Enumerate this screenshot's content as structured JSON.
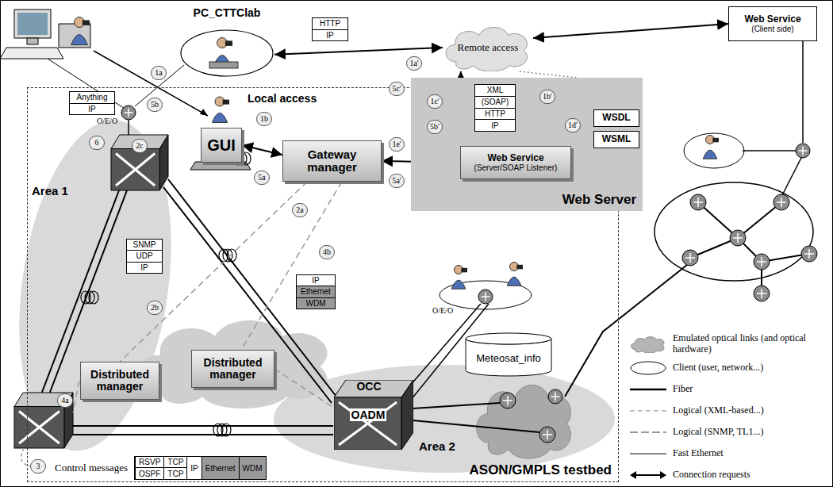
{
  "diagram": {
    "nodes": [
      {
        "text": [
          "ASON/GMPLS testbed"
        ]
      },
      {
        "text": [
          "PC_CTTClab"
        ]
      },
      {
        "text": [
          "HTTP",
          "IP"
        ]
      },
      {
        "text": [
          "Remote access"
        ]
      },
      {
        "text": [
          "Web Service",
          "(Client side)"
        ]
      },
      {
        "text": [
          "Anything",
          "IP"
        ],
        "in": 0
      },
      {
        "text": [
          "GUI"
        ],
        "in": 0
      },
      {
        "text": [
          "Gateway manager"
        ],
        "in": 0
      },
      {
        "text": [
          "Web Server"
        ]
      },
      {
        "text": [
          "XML",
          "(SOAP)",
          "HTTP",
          "IP"
        ],
        "in": 8
      },
      {
        "text": [
          "Web Service",
          "(Server/SOAP Listener)"
        ],
        "in": 8
      },
      {
        "text": [
          "WSDL"
        ],
        "in": 8
      },
      {
        "text": [
          "WSML"
        ],
        "in": 8
      },
      {
        "text": [
          "SNMP",
          "UDP",
          "IP"
        ],
        "in": 0
      },
      {
        "text": [
          "IP",
          "Ethernet",
          "WDM"
        ],
        "in": 0
      },
      {
        "text": [
          "Distributed manager"
        ],
        "in": 0
      },
      {
        "text": [
          "Distributed manager"
        ],
        "in": 0
      },
      {
        "text": [
          "OCC",
          "OADM"
        ],
        "in": 0
      },
      {
        "text": [
          "Meteosat_info"
        ],
        "in": 0
      },
      {
        "text": [
          "Control messages",
          "RSVP",
          "OSPF",
          "TCP",
          "TCP",
          "IP",
          "Ethernet",
          "WDM"
        ],
        "in": 0
      }
    ],
    "edges": [
      {
        "from": 1,
        "to": 3,
        "arrow": "both"
      },
      {
        "from": 3,
        "to": 4,
        "arrow": "both"
      },
      {
        "from": 3,
        "to": 10,
        "arrow": "both"
      },
      {
        "from": 6,
        "to": 7,
        "arrow": "both"
      },
      {
        "from": 7,
        "to": 10,
        "arrow": "both"
      },
      {
        "from": 3,
        "to": 8,
        "arrow": "none"
      },
      {
        "from": 7,
        "to": 15,
        "arrow": "none"
      },
      {
        "from": 7,
        "to": 16,
        "arrow": "none"
      },
      {
        "from": 16,
        "to": 17,
        "arrow": "none"
      }
    ],
    "labels": [
      "Local access",
      "Area 1",
      "Area 2",
      "O/E/O",
      "O/E/O",
      "1a",
      "5b",
      "1a'",
      "5c'",
      "1c'",
      "5b'",
      "1b'",
      "1d'",
      "1b",
      "5a",
      "1e'",
      "5a'",
      "2a",
      "4b",
      "2c",
      "6",
      "2b",
      "4a",
      "3"
    ],
    "legend": [
      {
        "text": "Emulated optical links (and optical hardware)"
      },
      {
        "text": "Client (user, network...)"
      },
      {
        "text": "Fiber"
      },
      {
        "text": "Logical (XML-based...)"
      },
      {
        "text": "Logical (SNMP, TL1...)"
      },
      {
        "text": "Fast Ethernet"
      },
      {
        "text": "Connection requests"
      }
    ]
  }
}
